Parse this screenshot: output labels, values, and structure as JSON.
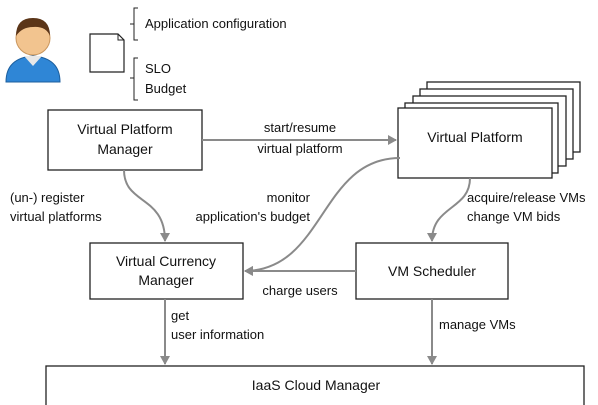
{
  "user": {
    "icon": "user-avatar-icon",
    "skin_color": "#f2c48f",
    "hair_color": "#5b3518",
    "shirt_color": "#2f86d6"
  },
  "spec": {
    "document_icon": "document-icon",
    "config_label": "Application configuration",
    "slo_label": "SLO",
    "budget_label": "Budget"
  },
  "boxes": {
    "vpm": [
      "Virtual Platform",
      "Manager"
    ],
    "vp": "Virtual Platform",
    "vcm": [
      "Virtual Currency",
      "Manager"
    ],
    "vms": "VM Scheduler",
    "iaas": "IaaS Cloud Manager"
  },
  "edges": {
    "start_resume": [
      "start/resume",
      "virtual platform"
    ],
    "register": [
      "(un-) register",
      "virtual platforms"
    ],
    "monitor": [
      "monitor",
      "application's budget"
    ],
    "acquire": [
      "acquire/release VMs",
      "change VM bids"
    ],
    "charge": "charge users",
    "get_info": [
      "get",
      "user information"
    ],
    "manage": "manage VMs"
  },
  "colors": {
    "arrow": "#8a8a8a",
    "box_border": "#222222"
  }
}
